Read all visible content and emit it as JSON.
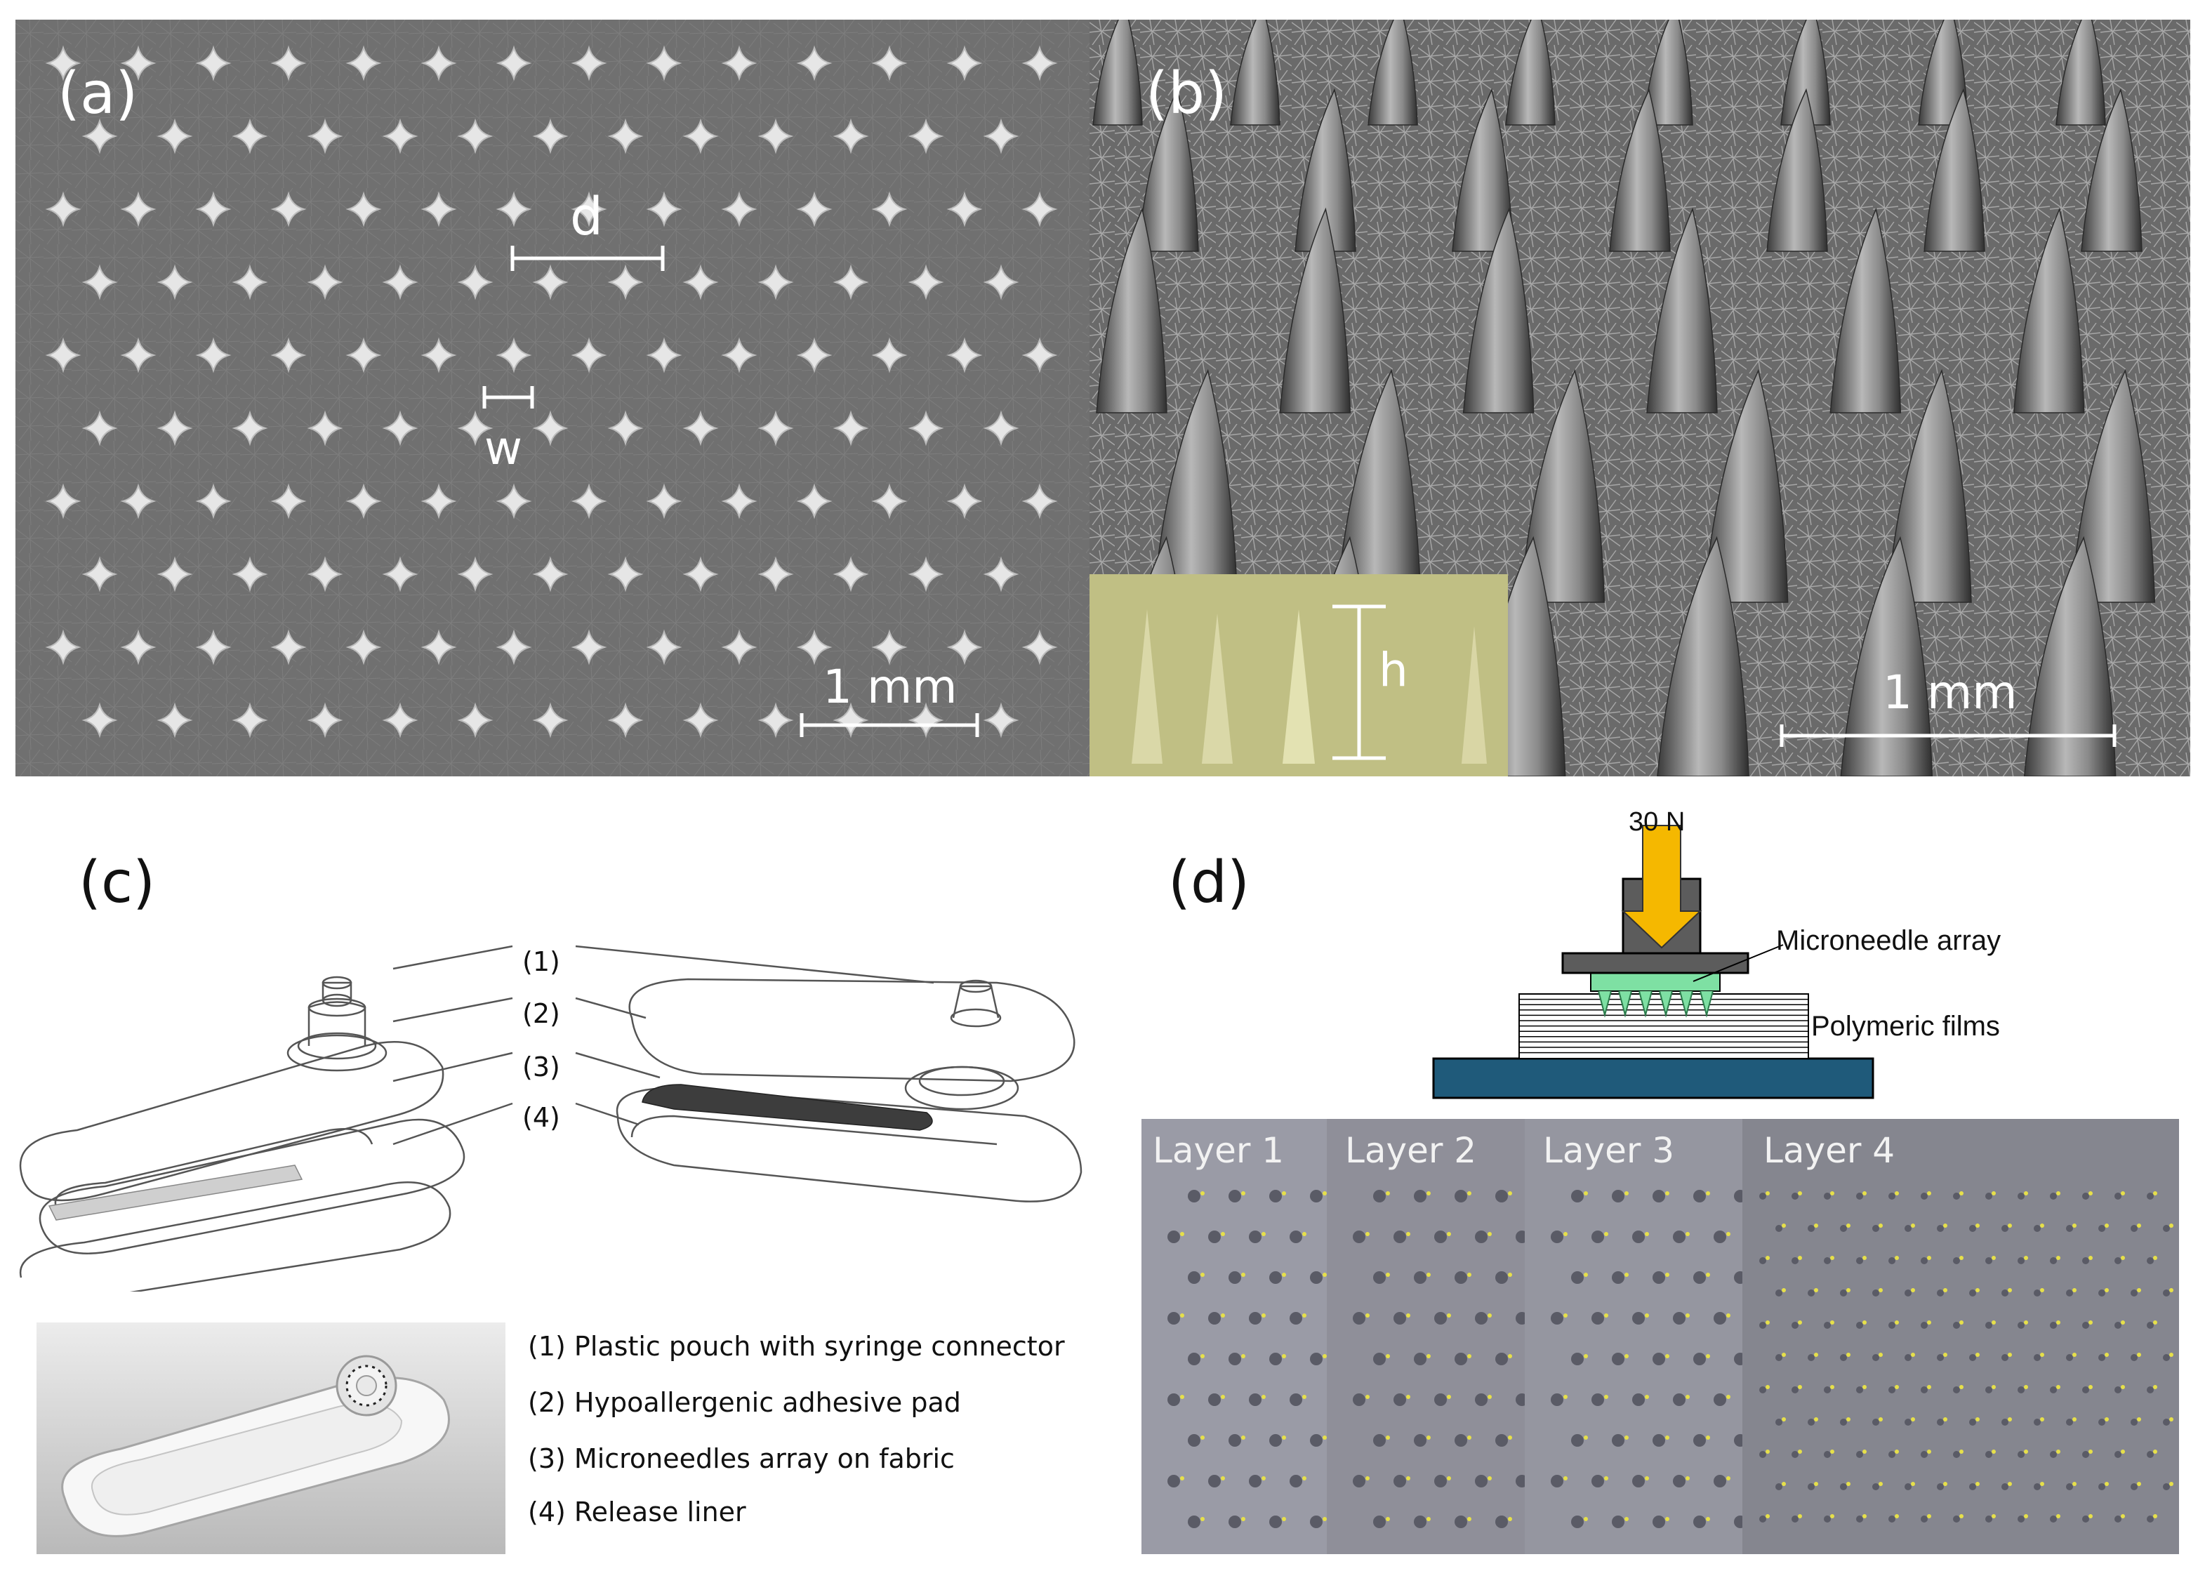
{
  "panels": {
    "a": {
      "label": "(a)",
      "spacing_label": "d",
      "width_label": "w",
      "scale_bar": "1 mm"
    },
    "b": {
      "label": "(b)",
      "height_label": "h",
      "scale_bar": "1 mm"
    },
    "c": {
      "label": "(c)",
      "callouts": [
        "(1)",
        "(2)",
        "(3)",
        "(4)"
      ],
      "legend": [
        "(1)  Plastic pouch with syringe connector",
        "(2) Hypoallergenic adhesive pad",
        "(3) Microneedles array on fabric",
        "(4) Release liner"
      ]
    },
    "d": {
      "label": "(d)",
      "force": "30 N",
      "microneedle_label": "Microneedle array",
      "films_label": "Polymeric films",
      "layers": [
        "Layer 1",
        "Layer 2",
        "Layer 3",
        "Layer 4"
      ]
    }
  },
  "colors": {
    "force_arrow": "#f5b800",
    "microneedle_array": "#7ee0a3",
    "base_plate": "#1f5a7a",
    "press_block": "#5c5c5c"
  }
}
